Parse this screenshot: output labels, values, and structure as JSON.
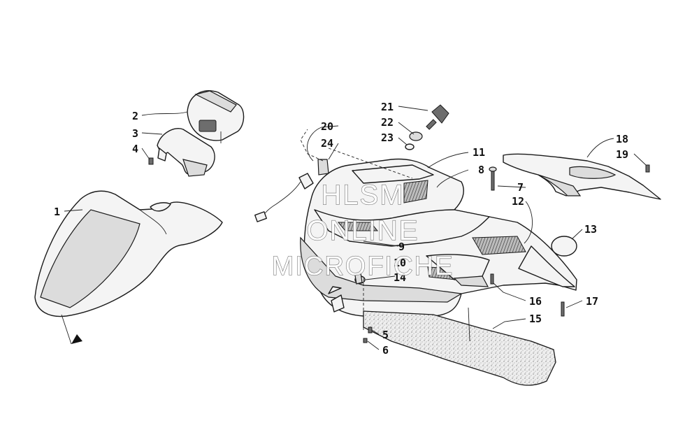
{
  "watermark": {
    "line1": "HLSM",
    "line2": "ONLINE",
    "line3": "MICROFICHE"
  },
  "callouts": {
    "c1": "1",
    "c2": "2",
    "c3": "3",
    "c4": "4",
    "c5": "5",
    "c6": "6",
    "c7": "7",
    "c8": "8",
    "c9": "9",
    "c10": "10",
    "c11": "11",
    "c12": "12",
    "c13": "13",
    "c14": "14",
    "c15": "15",
    "c16": "16",
    "c17": "17",
    "c18": "18",
    "c19": "19",
    "c20": "20",
    "c21": "21",
    "c22": "22",
    "c23": "23",
    "c24": "24"
  }
}
